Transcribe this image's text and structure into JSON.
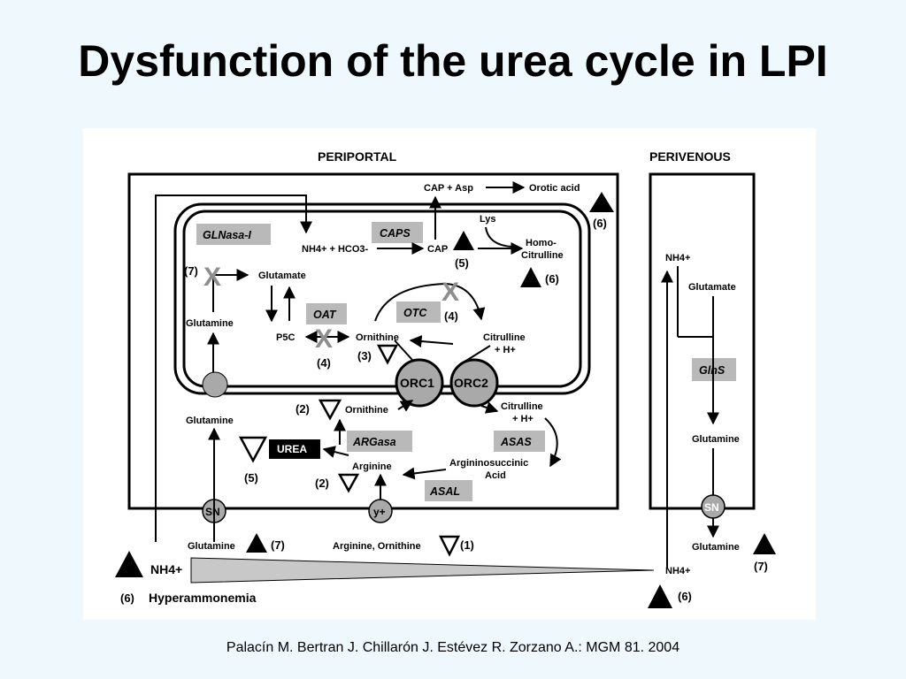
{
  "title": "Dysfunction of the urea cycle in LPI",
  "citation": "Palacín M. Bertran J. Chillarón J. Estévez R. Zorzano A.: MGM 81. 2004",
  "diagram": {
    "headers": {
      "periportal": "PERIPORTAL",
      "perivenous": "PERIVENOUS"
    },
    "enzymes": {
      "glnasa": "GLNasa-I",
      "caps": "CAPS",
      "oat": "OAT",
      "otc": "OTC",
      "argasa": "ARGasa",
      "asas": "ASAS",
      "asal": "ASAL",
      "glns": "GlnS"
    },
    "metabolites": {
      "cap_asp": "CAP + Asp",
      "orotic_acid": "Orotic acid",
      "nh4_hco3": "NH4+ + HCO3-",
      "cap": "CAP",
      "lys": "Lys",
      "homo": "Homo-",
      "citrulline_homo": "Citrulline",
      "glutamate": "Glutamate",
      "glutamine_inner": "Glutamine",
      "p5c": "P5C",
      "ornithine_mito": "Ornithine",
      "citrulline_mito": "Citrulline",
      "h_plus_mito": "+ H+",
      "ornithine_cyto": "Ornithine",
      "citrulline_cyto": "Citrulline",
      "h_plus_cyto": "+ H+",
      "glutamine_cell": "Glutamine",
      "urea": "UREA",
      "arginine": "Arginine",
      "argininosuccinic": "Argininosuccinic",
      "acid": "Acid",
      "glutamine_blood": "Glutamine",
      "arg_orn_blood": "Arginine, Ornithine",
      "nh4_blood": "NH4+",
      "hyperammonemia": "Hyperammonemia",
      "pv_nh4": "NH4+",
      "pv_glutamate": "Glutamate",
      "pv_glutamine": "Glutamine",
      "pv_glutamine_out": "Glutamine",
      "pv_nh4_blood": "NH4+"
    },
    "transporters": {
      "orc1": "ORC1",
      "orc2": "ORC2",
      "sn_left": "SN",
      "yplus": "y+",
      "sn_right": "SN"
    },
    "annotations": {
      "n6_orotic": "(6)",
      "n5_cap": "(5)",
      "n6_homo": "(6)",
      "n7_gln": "(7)",
      "n4_otc": "(4)",
      "n4_oat": "(4)",
      "n3_orn": "(3)",
      "n2_orn": "(2)",
      "n5_urea": "(5)",
      "n2_arg": "(2)",
      "n7_blood": "(7)",
      "n1_blood": "(1)",
      "n6_hyper": "(6)",
      "n7_pv": "(7)",
      "n6_pv": "(6)"
    },
    "colors": {
      "enzyme_box": "#b9b9b9",
      "transporter": "#a9a9a9",
      "urea_box": "#000000",
      "gradient": "#c8c8c8",
      "block_x": "#8e8e8e"
    }
  }
}
